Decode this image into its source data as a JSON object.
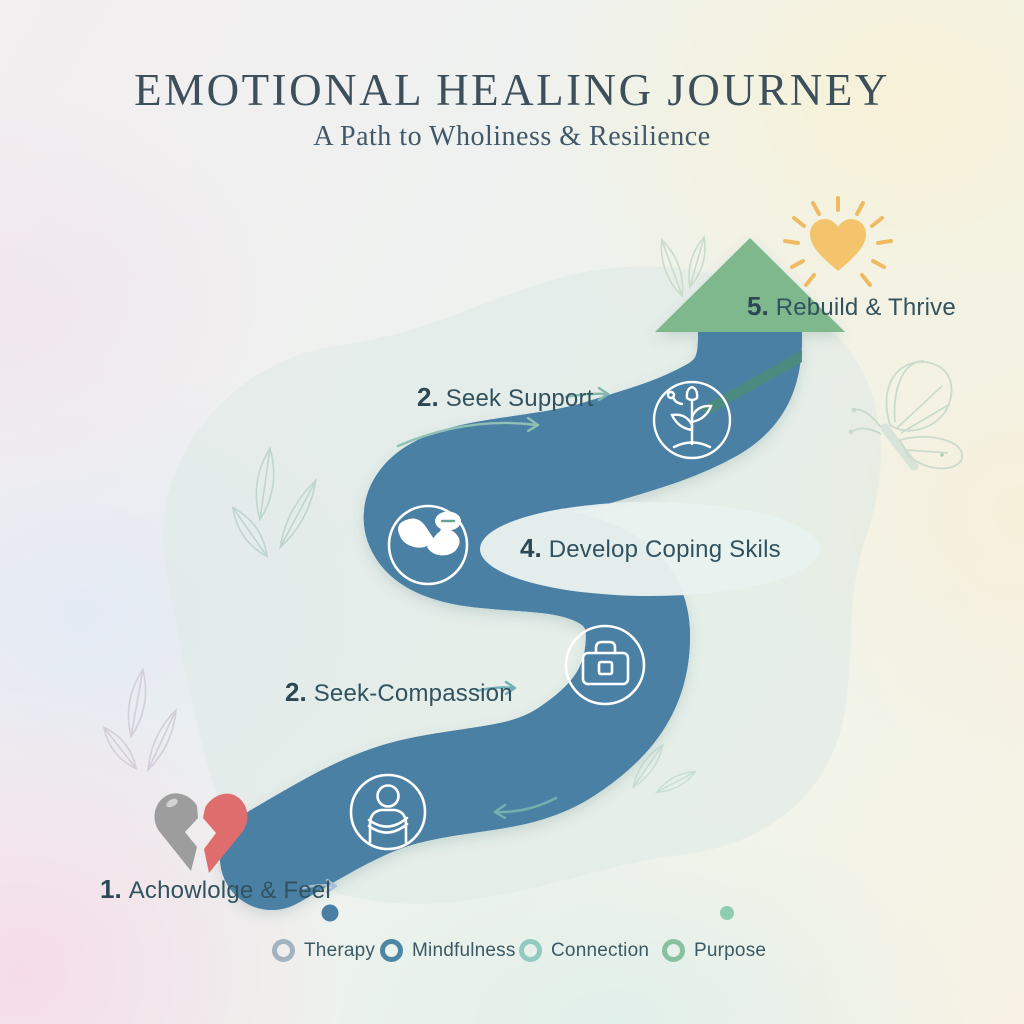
{
  "title": "EMOTIONAL HEALING JOURNEY",
  "subtitle": "A Path to Wholiness & Resilience",
  "steps": [
    {
      "number": "1.",
      "label": "Achowlolge & Feel",
      "icon": "broken-heart"
    },
    {
      "number": "2.",
      "label": "Seek-Compassion",
      "icon": "self-hug-person"
    },
    {
      "number": "2.",
      "label": "Seek Support",
      "icon": "compassion-hands-speech"
    },
    {
      "number": "4.",
      "label": "Develop Coping Skils",
      "icon": "briefcase-toolkit"
    },
    {
      "number": "5.",
      "label": "Rebuild & Thrive",
      "icon": "radiant-heart-sun"
    }
  ],
  "legend": [
    {
      "label": "Therapy",
      "color": "#a3b2bf"
    },
    {
      "label": "Mindfulness",
      "color": "#4e87a4"
    },
    {
      "label": "Connection",
      "color": "#92cabf"
    },
    {
      "label": "Purpose",
      "color": "#87c1a1"
    }
  ],
  "palette": {
    "path_blue": "#4b80a5",
    "path_light_teal": "#82c8ba",
    "path_teal": "#479aa3",
    "path_pale_teal": "#9ad0c3",
    "path_sage_green": "#68a794",
    "path_dark_green": "#4d8c7b",
    "path_yellow_green": "#c9da84",
    "path_green": "#80b78d",
    "broken_heart_gray": "#9d9d9d",
    "broken_heart_red": "#e06d6e",
    "radiant_heart_yellow": "#f3c46c",
    "text_dark": "#31525e"
  },
  "decorations": [
    "leaf-cluster",
    "butterfly",
    "timeline-gradient-bar"
  ]
}
